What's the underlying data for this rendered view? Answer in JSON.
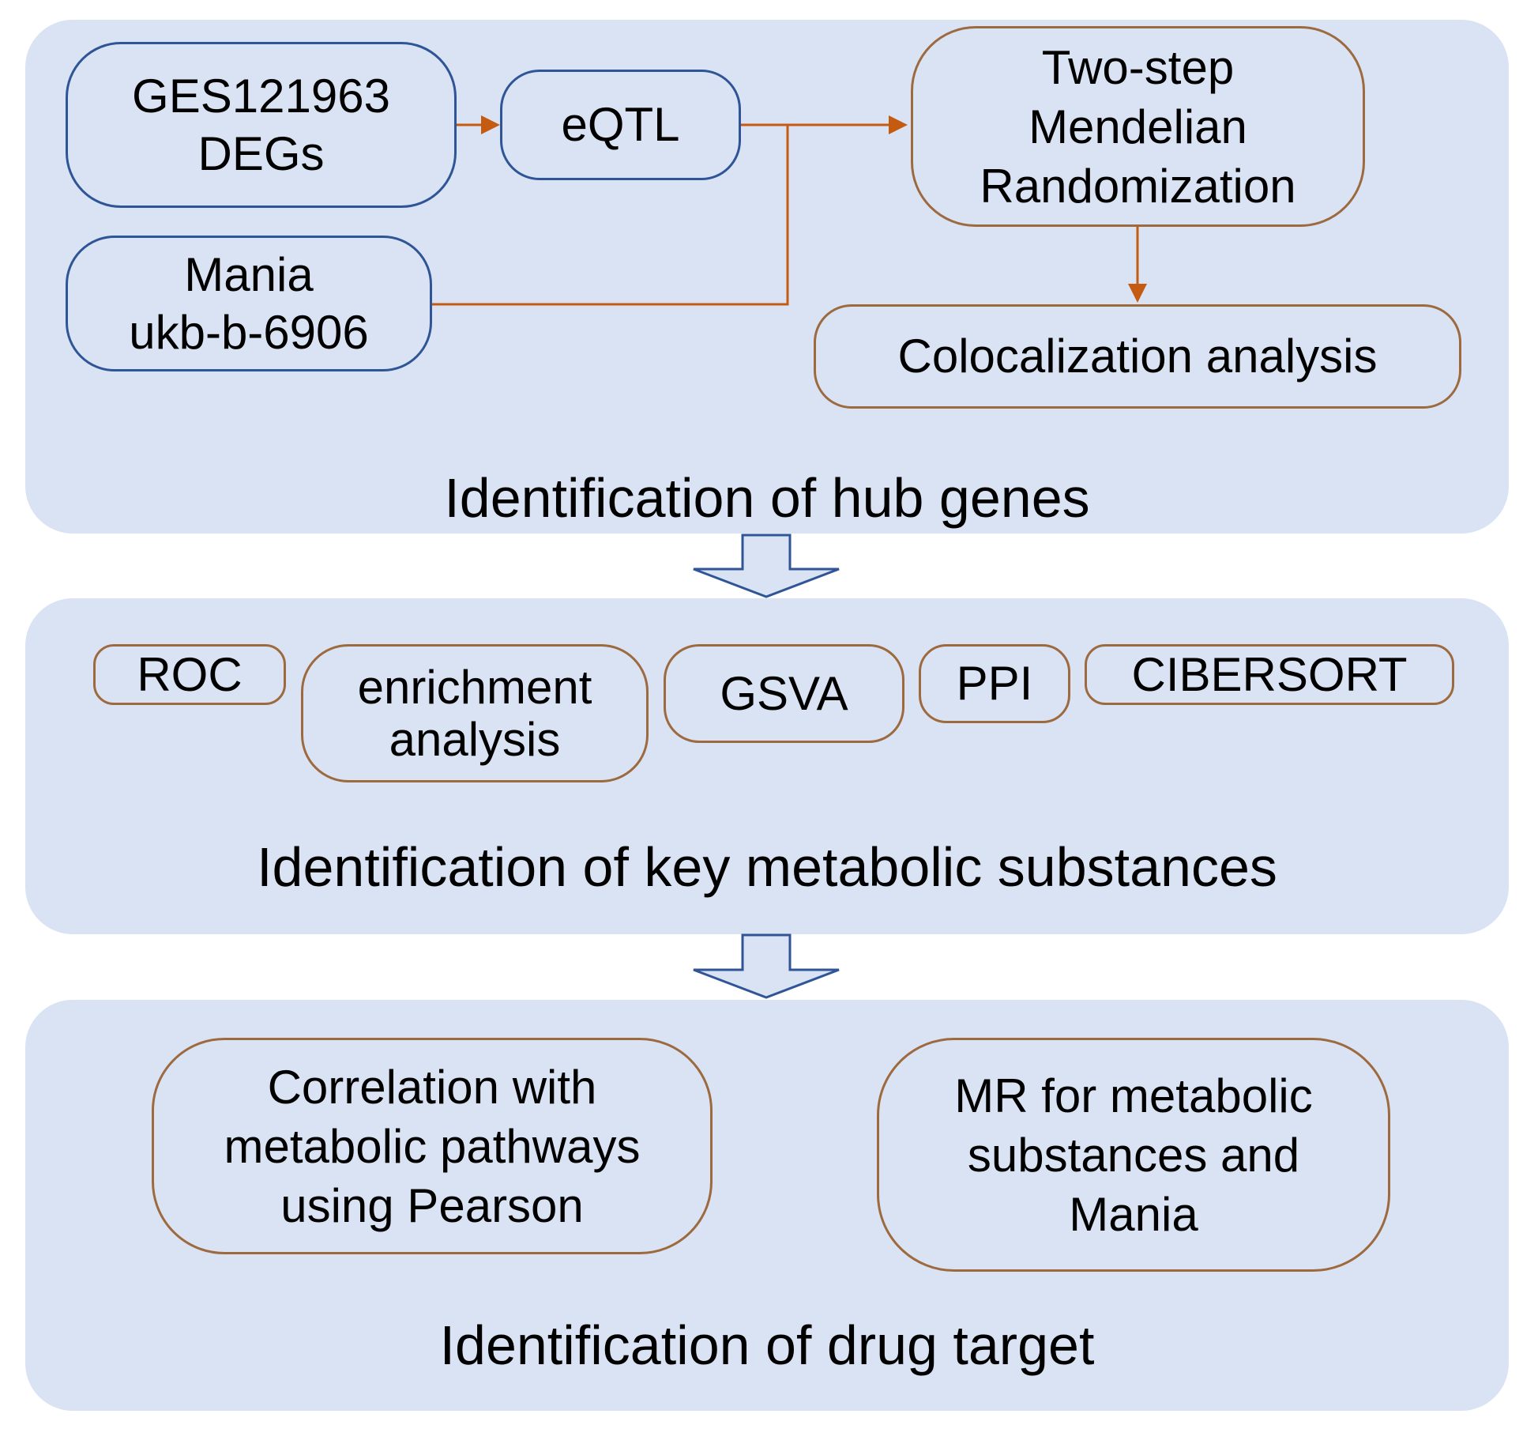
{
  "hub_genes": {
    "title": "Identification of hub genes",
    "degs": "GES121963\nDEGs",
    "eqtl": "eQTL",
    "mania": "Mania\nukb-b-6906",
    "mr": "Two-step\nMendelian\nRandomization",
    "coloc": "Colocalization analysis"
  },
  "metabolic": {
    "title": "Identification of key metabolic substances",
    "roc": "ROC",
    "enrichment": "enrichment\nanalysis",
    "gsva": "GSVA",
    "ppi": "PPI",
    "cibersort": "CIBERSORT"
  },
  "drug_target": {
    "title": "Identification of drug target",
    "correlation": "Correlation with\nmetabolic pathways\nusing Pearson",
    "mr_metabolic": "MR for metabolic\nsubstances and\nMania"
  },
  "colors": {
    "panel_fill": "#dae3f3",
    "blue_border": "#2f5597",
    "brown_border": "#9c6a3e",
    "orange_arrow": "#c55a11"
  }
}
